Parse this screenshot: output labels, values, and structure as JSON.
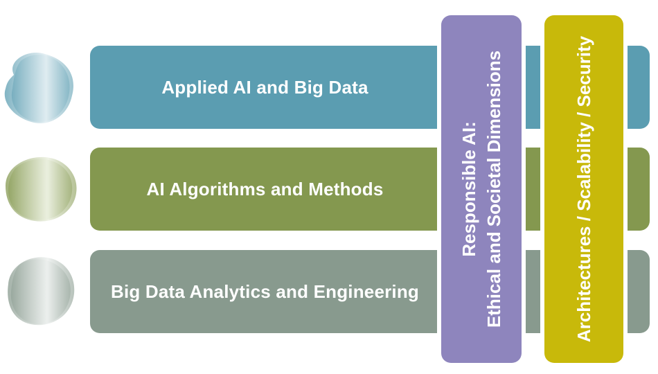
{
  "layers": [
    {
      "label": "Applied AI and Big Data",
      "color": "#5b9db1"
    },
    {
      "label": "AI Algorithms and Methods",
      "color": "#84984f"
    },
    {
      "label": "Big Data Analytics and Engineering",
      "color": "#889a8e"
    }
  ],
  "pillars": [
    {
      "line1": "Responsible AI:",
      "line2": "Ethical and Societal Dimensions",
      "color": "#8e85bd"
    },
    {
      "line1": "Architectures / Scalability / Security",
      "color": "#c8b90a"
    }
  ]
}
